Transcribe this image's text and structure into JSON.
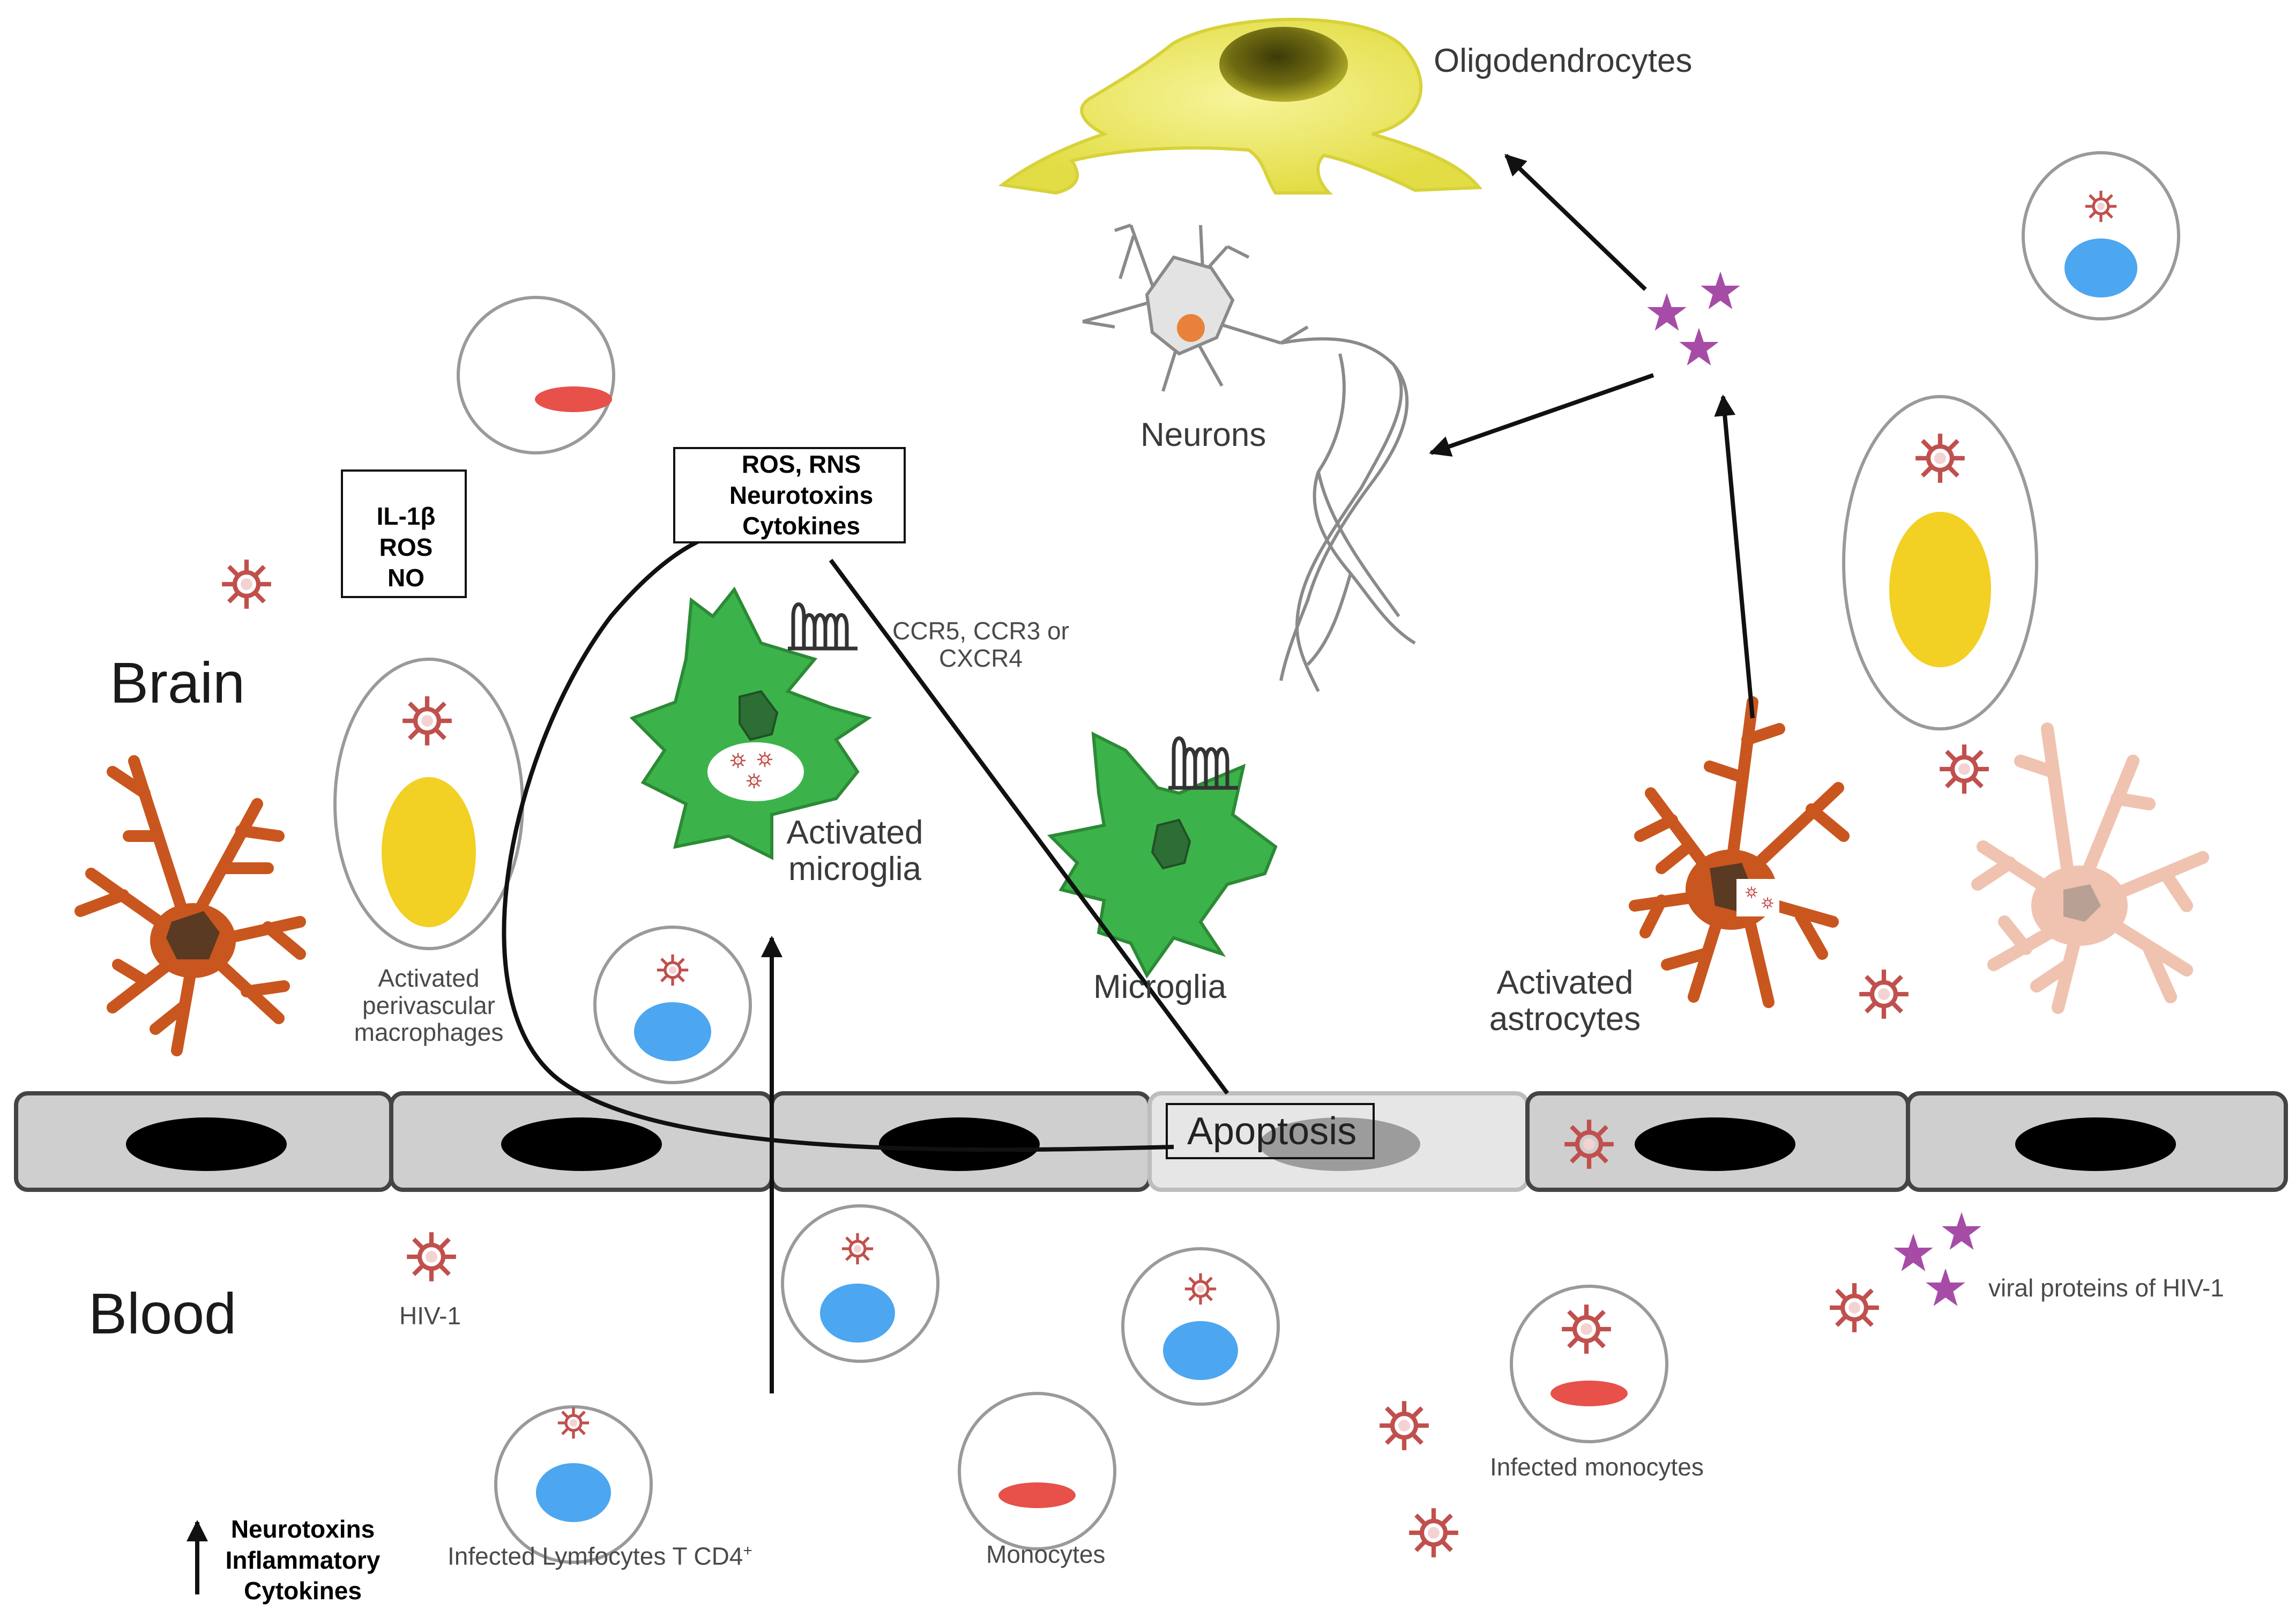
{
  "labels": {
    "oligodendrocytes": "Oligodendrocytes",
    "neurons": "Neurons",
    "brain": "Brain",
    "blood": "Blood",
    "ccr": [
      "CCR5, CCR3 or",
      "CXCR4"
    ],
    "activated_microglia": [
      "Activated",
      "microglia"
    ],
    "microglia": "Microglia",
    "activated_astrocytes": [
      "Activated",
      "astrocytes"
    ],
    "activated_macrophages": [
      "Activated",
      "perivascular",
      "macrophages"
    ],
    "apoptosis": "Apoptosis",
    "hiv1": "HIV-1",
    "viral_proteins": "viral proteins of HIV-1",
    "infected_monocytes": "Infected monocytes",
    "monocytes": "Monocytes",
    "infected_lymphocytes": "Infected Lymfocytes T CD4",
    "infected_lymphocytes_sup": "+"
  },
  "boxes": {
    "macrophage_box": [
      "IL-1β",
      "ROS",
      "NO"
    ],
    "microglia_box": [
      "ROS, RNS",
      "Neurotoxins",
      "Cytokines"
    ],
    "blood_box": [
      "Neurotoxins",
      "Inflammatory",
      "Cytokines"
    ]
  },
  "colors": {
    "microglia_green": "#3cb34a",
    "astrocyte_orange": "#c9561f",
    "astrocyte_faded": "#efc3b0",
    "oligodendrocyte_yellow": "#e8e35a",
    "lymphocyte_blue": "#4da6f0",
    "monocyte_red": "#e8504a",
    "macrophage_yellow": "#f2d024",
    "hiv_red": "#c0504d",
    "viral_protein_purple": "#a64ca6",
    "endothelium_gray": "#cfcfcf",
    "nucleus_black": "#000000"
  }
}
